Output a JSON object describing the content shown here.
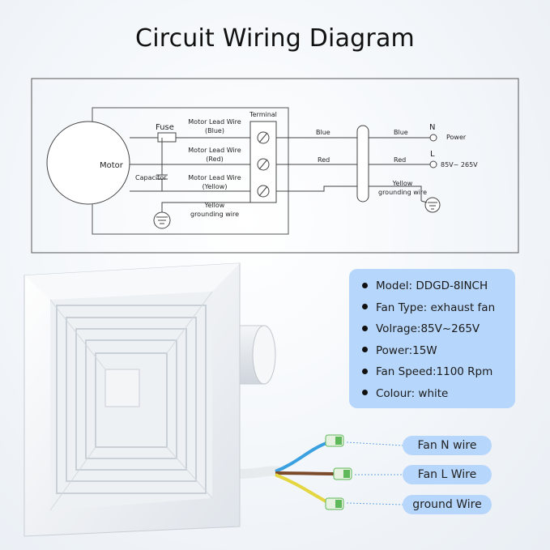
{
  "title": "Circuit Wiring Diagram",
  "diagram": {
    "motor": "Motor",
    "fuse": "Fuse",
    "capacitor": "Capacitor",
    "terminal": "Terminal",
    "lead_blue": [
      "Motor Lead Wire",
      "(Blue)"
    ],
    "lead_red": [
      "Motor Lead Wire",
      "(Red)"
    ],
    "lead_yellow": [
      "Motor Lead Wire",
      "(Yellow)"
    ],
    "ground_left": [
      "Yellow",
      "grounding wire"
    ],
    "ground_right": [
      "Yellow",
      "grounding wire"
    ],
    "blue_1": "Blue",
    "blue_2": "Blue",
    "red_1": "Red",
    "red_2": "Red",
    "n_label": "N",
    "l_label": "L",
    "power": "Power",
    "voltage": "85V~ 265V"
  },
  "specs": [
    "Model: DDGD-8INCH",
    "Fan Type: exhaust fan",
    "Volrage:85V~265V",
    "Power:15W",
    "Fan Speed:1100 Rpm",
    "Colour: white"
  ],
  "wire_labels": {
    "n": "Fan N wire",
    "l": "Fan L Wire",
    "ground": "ground Wire"
  },
  "colors": {
    "card": "#b7d6fb",
    "wire_blue": "#3aa0e0",
    "wire_brown": "#7a4a2a",
    "wire_yellow": "#e3d640",
    "wire_green": "#5fb85a"
  }
}
